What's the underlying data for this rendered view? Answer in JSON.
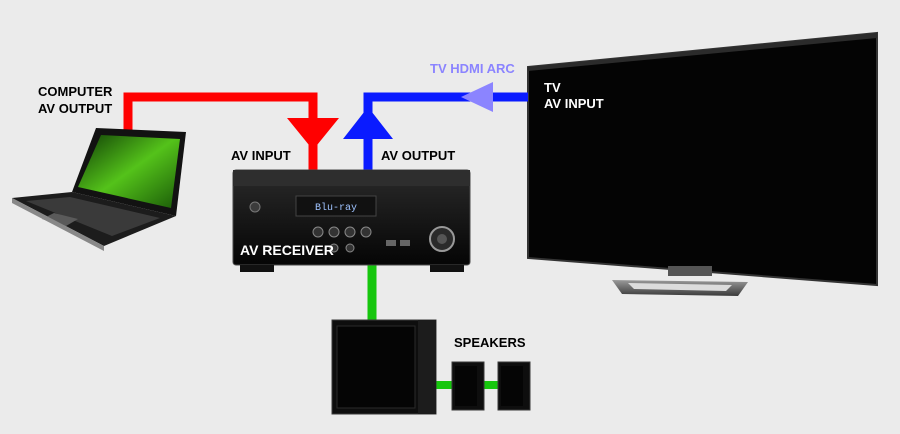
{
  "labels": {
    "computer_line1": "COMPUTER",
    "computer_line2": "AV OUTPUT",
    "av_input": "AV INPUT",
    "av_output": "AV OUTPUT",
    "tv_hdmi_arc": "TV HDMI ARC",
    "tv_line1": "TV",
    "tv_line2": "AV INPUT",
    "av_receiver": "AV RECEIVER",
    "speakers": "SPEAKERS",
    "receiver_display": "Blu-ray"
  },
  "colors": {
    "background": "#ebebeb",
    "input_cable": "#ff0000",
    "output_cable": "#0a1bff",
    "arc_arrow": "#8b84ff",
    "speaker_cable": "#16c60d",
    "device_black": "#0b0b0b"
  },
  "icons": {
    "laptop": "laptop-icon",
    "receiver": "av-receiver-icon",
    "tv": "tv-icon",
    "subwoofer": "subwoofer-icon",
    "speaker": "speaker-icon"
  }
}
